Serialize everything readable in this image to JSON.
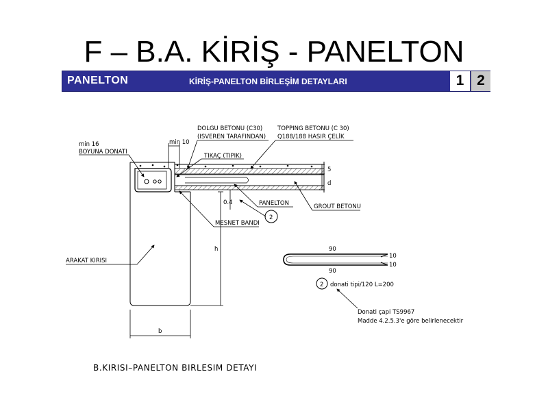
{
  "title": "F – B.A. KİRİŞ - PANELTON",
  "banner": {
    "brand": "PANELTON",
    "subtitle": "KİRİŞ-PANELTON BİRLEŞİM DETAYLARI",
    "page_current": "1",
    "page_other": "2"
  },
  "labels": {
    "dolgu_1": "DOLGU BETONU (C30)",
    "dolgu_2": "(ISVEREN TARAFINDAN)",
    "topping_1": "TOPPING BETONU (C 30)",
    "topping_2": "Q188/188 HASIR ÇELİK",
    "min16_1": "min 16",
    "min16_2": "BOYUNA DONATI",
    "min10": "min 10",
    "tikac": "TIKAÇ (TIPIK)",
    "panelton": "PANELTON",
    "grout": "GROUT BETONU",
    "mesnet": "MESNET BANDI",
    "arakat": "ARAKAT KIRISI",
    "dim_d": "d",
    "dim_5": "5",
    "dim_h": "h",
    "dim_b": "b",
    "dim_04": "0.4",
    "callout": "2"
  },
  "hook": {
    "top_len": "90",
    "bottom_len": "90",
    "end_top": "10",
    "end_bottom": "10",
    "callout": "2",
    "spec": "donati tipi/120  L=200",
    "note_1": "Donati çapi TS9967",
    "note_2": "Madde 4.2.5.3'e göre belirlenecektir"
  },
  "caption": "B.KIRISI–PANELTON BIRLESIM DETAYI"
}
